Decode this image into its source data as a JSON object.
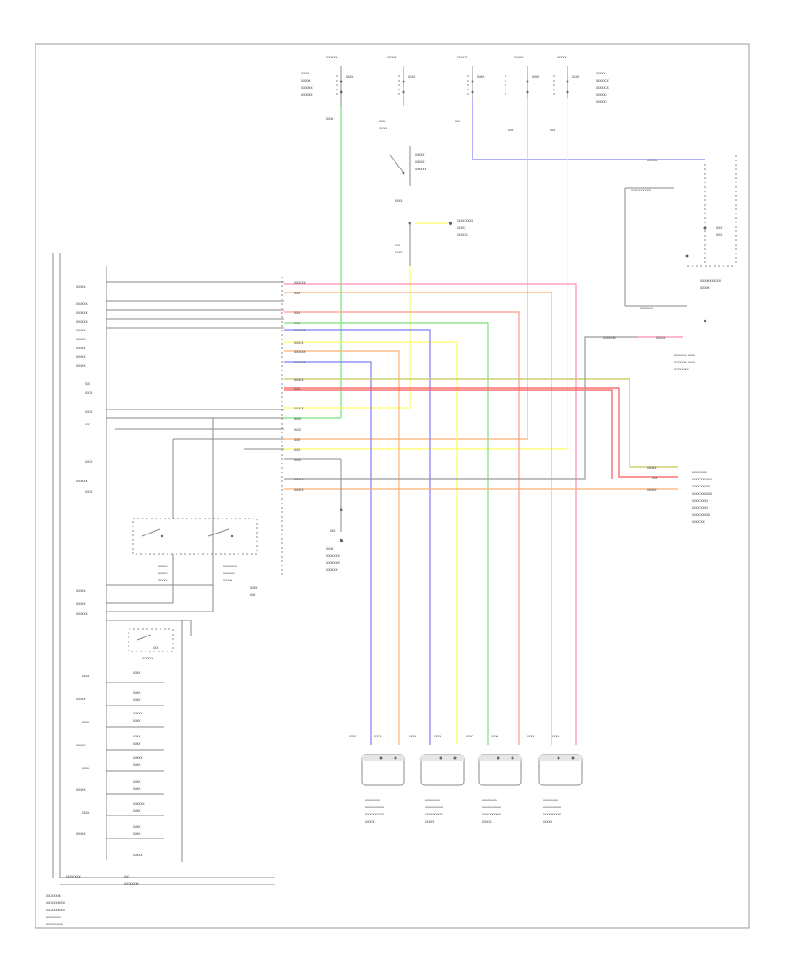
{
  "colors": {
    "green": "#7be07b",
    "orange": "#ffb070",
    "salmon": "#ff9a8a",
    "pink": "#ff8fb0",
    "blue": "#7d7dff",
    "yellow": "#ffff66",
    "red": "#ff5555",
    "olive": "#c8c85a",
    "purple": "#9b6cc4"
  },
  "diagram": {
    "units": [
      {
        "name": "left-front-motor-unit"
      },
      {
        "name": "right-front-motor-unit"
      },
      {
        "name": "left-rear-motor-unit"
      },
      {
        "name": "right-rear-motor-unit"
      }
    ]
  }
}
